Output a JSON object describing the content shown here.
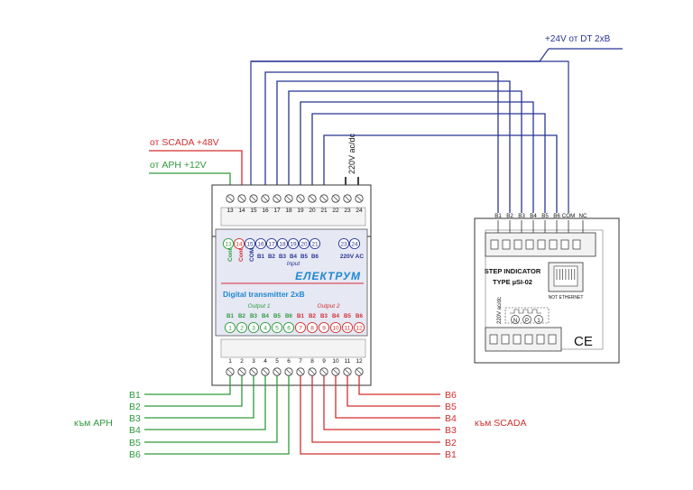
{
  "colors": {
    "blue": "#283593",
    "red": "#d32f2f",
    "green": "#2e9a3c",
    "black": "#111111",
    "device_face": "#e6e8f4",
    "device_body": "#ffffff"
  },
  "labels": {
    "dt_power": "+24V от DT 2xB",
    "scada_48": "от SCADA +48V",
    "aph_12": "от АРН +12V",
    "supply_vertical": "220V ac/dc",
    "to_aph": "към АРН",
    "to_scada": "към SCADA"
  },
  "transmitter": {
    "top_terminals": [
      "13",
      "14",
      "15",
      "16",
      "17",
      "18",
      "19",
      "20",
      "21",
      "22",
      "23",
      "24"
    ],
    "bottom_terminals": [
      "1",
      "2",
      "3",
      "4",
      "5",
      "6",
      "7",
      "8",
      "9",
      "10",
      "11",
      "12"
    ],
    "face_top_numbers": [
      "13",
      "14",
      "15",
      "16",
      "17",
      "18",
      "19",
      "20",
      "21",
      "23",
      "24"
    ],
    "cont_green": "Cont",
    "cont_red": "Cont",
    "com": "COM",
    "input_labels": [
      "B1",
      "B2",
      "B3",
      "B4",
      "B5",
      "B6"
    ],
    "input_title": "Input",
    "supply_label": "220V AC",
    "brand": "ЕЛЕКТРУМ",
    "model": "Digital transmitter 2xB",
    "output1_title": "Output 1",
    "output2_title": "Output 2",
    "output1_labels": [
      "B1",
      "B2",
      "B3",
      "B4",
      "B5",
      "B6"
    ],
    "output2_labels": [
      "B1",
      "B2",
      "B3",
      "B4",
      "B5",
      "B6"
    ],
    "face_bottom_numbers": [
      "1",
      "2",
      "3",
      "4",
      "5",
      "6",
      "7",
      "8",
      "9",
      "10",
      "11",
      "12"
    ]
  },
  "indicator": {
    "terminal_labels": [
      "B1",
      "B2",
      "B3",
      "B4",
      "B5",
      "B6",
      "COM",
      "NC"
    ],
    "title_line1": "STEP INDICATOR",
    "title_line2": "TYPE µSI-02",
    "port_label": "NOT ETHERNET",
    "supply_vertical": "220V ac/dc",
    "symbol_n": "N",
    "symbol_p": "P",
    "symbol_1": "1",
    "ce_mark": "CE"
  },
  "left_wires": [
    "B1",
    "B2",
    "B3",
    "B4",
    "B5",
    "B6"
  ],
  "right_wires": [
    "B6",
    "B5",
    "B4",
    "B3",
    "B2",
    "B1"
  ]
}
